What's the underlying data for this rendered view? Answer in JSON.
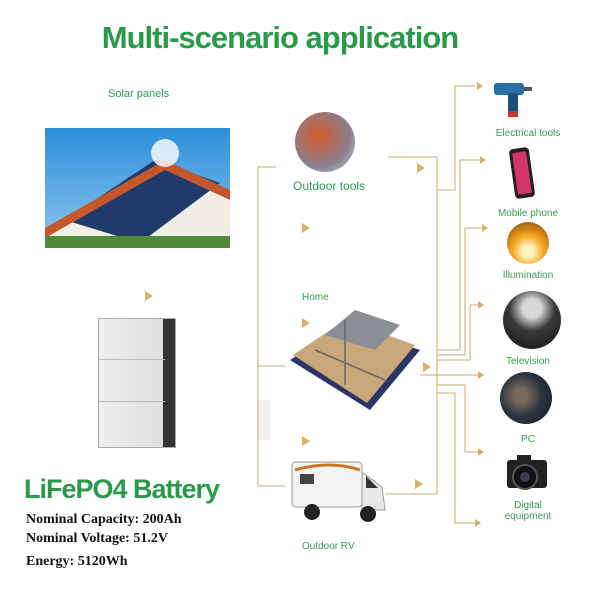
{
  "title": "Multi-scenario application",
  "source": {
    "label": "Solar panels"
  },
  "battery": {
    "title": "LiFePO4 Battery",
    "specs": [
      "Nominal Capacity: 200Ah",
      "Nominal Voltage: 51.2V",
      "Energy: 5120Wh"
    ]
  },
  "scenarios": [
    {
      "label": "Outdoor tools"
    },
    {
      "label": "Home"
    },
    {
      "label": "Outdoor RV"
    }
  ],
  "devices": [
    {
      "label": "Electrical tools"
    },
    {
      "label": "Mobile phone"
    },
    {
      "label": "Illumination"
    },
    {
      "label": "Television"
    },
    {
      "label": "PC"
    },
    {
      "label": "Digital equipment"
    }
  ],
  "colors": {
    "green": "#2a9a4a",
    "line": "#c8a878",
    "arrow": "#d9b06a"
  }
}
